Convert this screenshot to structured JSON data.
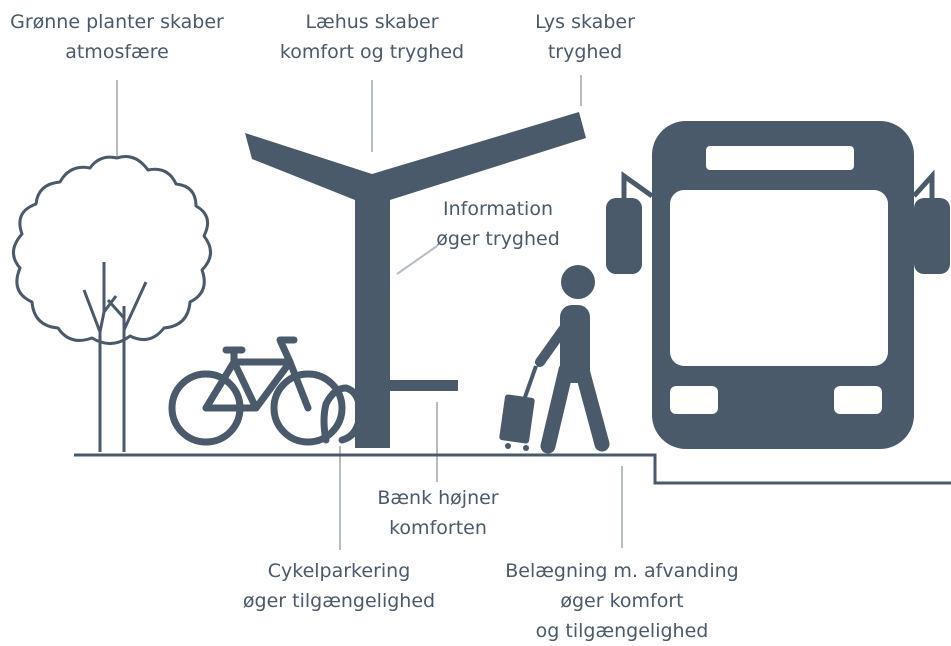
{
  "colors": {
    "illustration": "#4a5a6b",
    "leader": "#b5bcc4",
    "ground": "#4a5a6b"
  },
  "labels": {
    "plants": {
      "line1": "Grønne planter skaber",
      "line2": "atmosfære"
    },
    "shelter": {
      "line1": "Læhus skaber",
      "line2": "komfort og tryghed"
    },
    "light": {
      "line1": "Lys skaber",
      "line2": "tryghed"
    },
    "info": {
      "line1": "Information",
      "line2": "øger tryghed"
    },
    "bench": {
      "line1": "Bænk højner",
      "line2": "komforten"
    },
    "bike": {
      "line1": "Cykelparkering",
      "line2": "øger tilgængelighed"
    },
    "paving": {
      "line1": "Belægning m. afvanding",
      "line2": "øger komfort",
      "line3": "og tilgængelighed"
    }
  },
  "icons": [
    "tree-icon",
    "bicycle-icon",
    "bike-stand-icon",
    "shelter-icon",
    "bench-icon",
    "pedestrian-icon",
    "suitcase-icon",
    "bus-icon"
  ]
}
